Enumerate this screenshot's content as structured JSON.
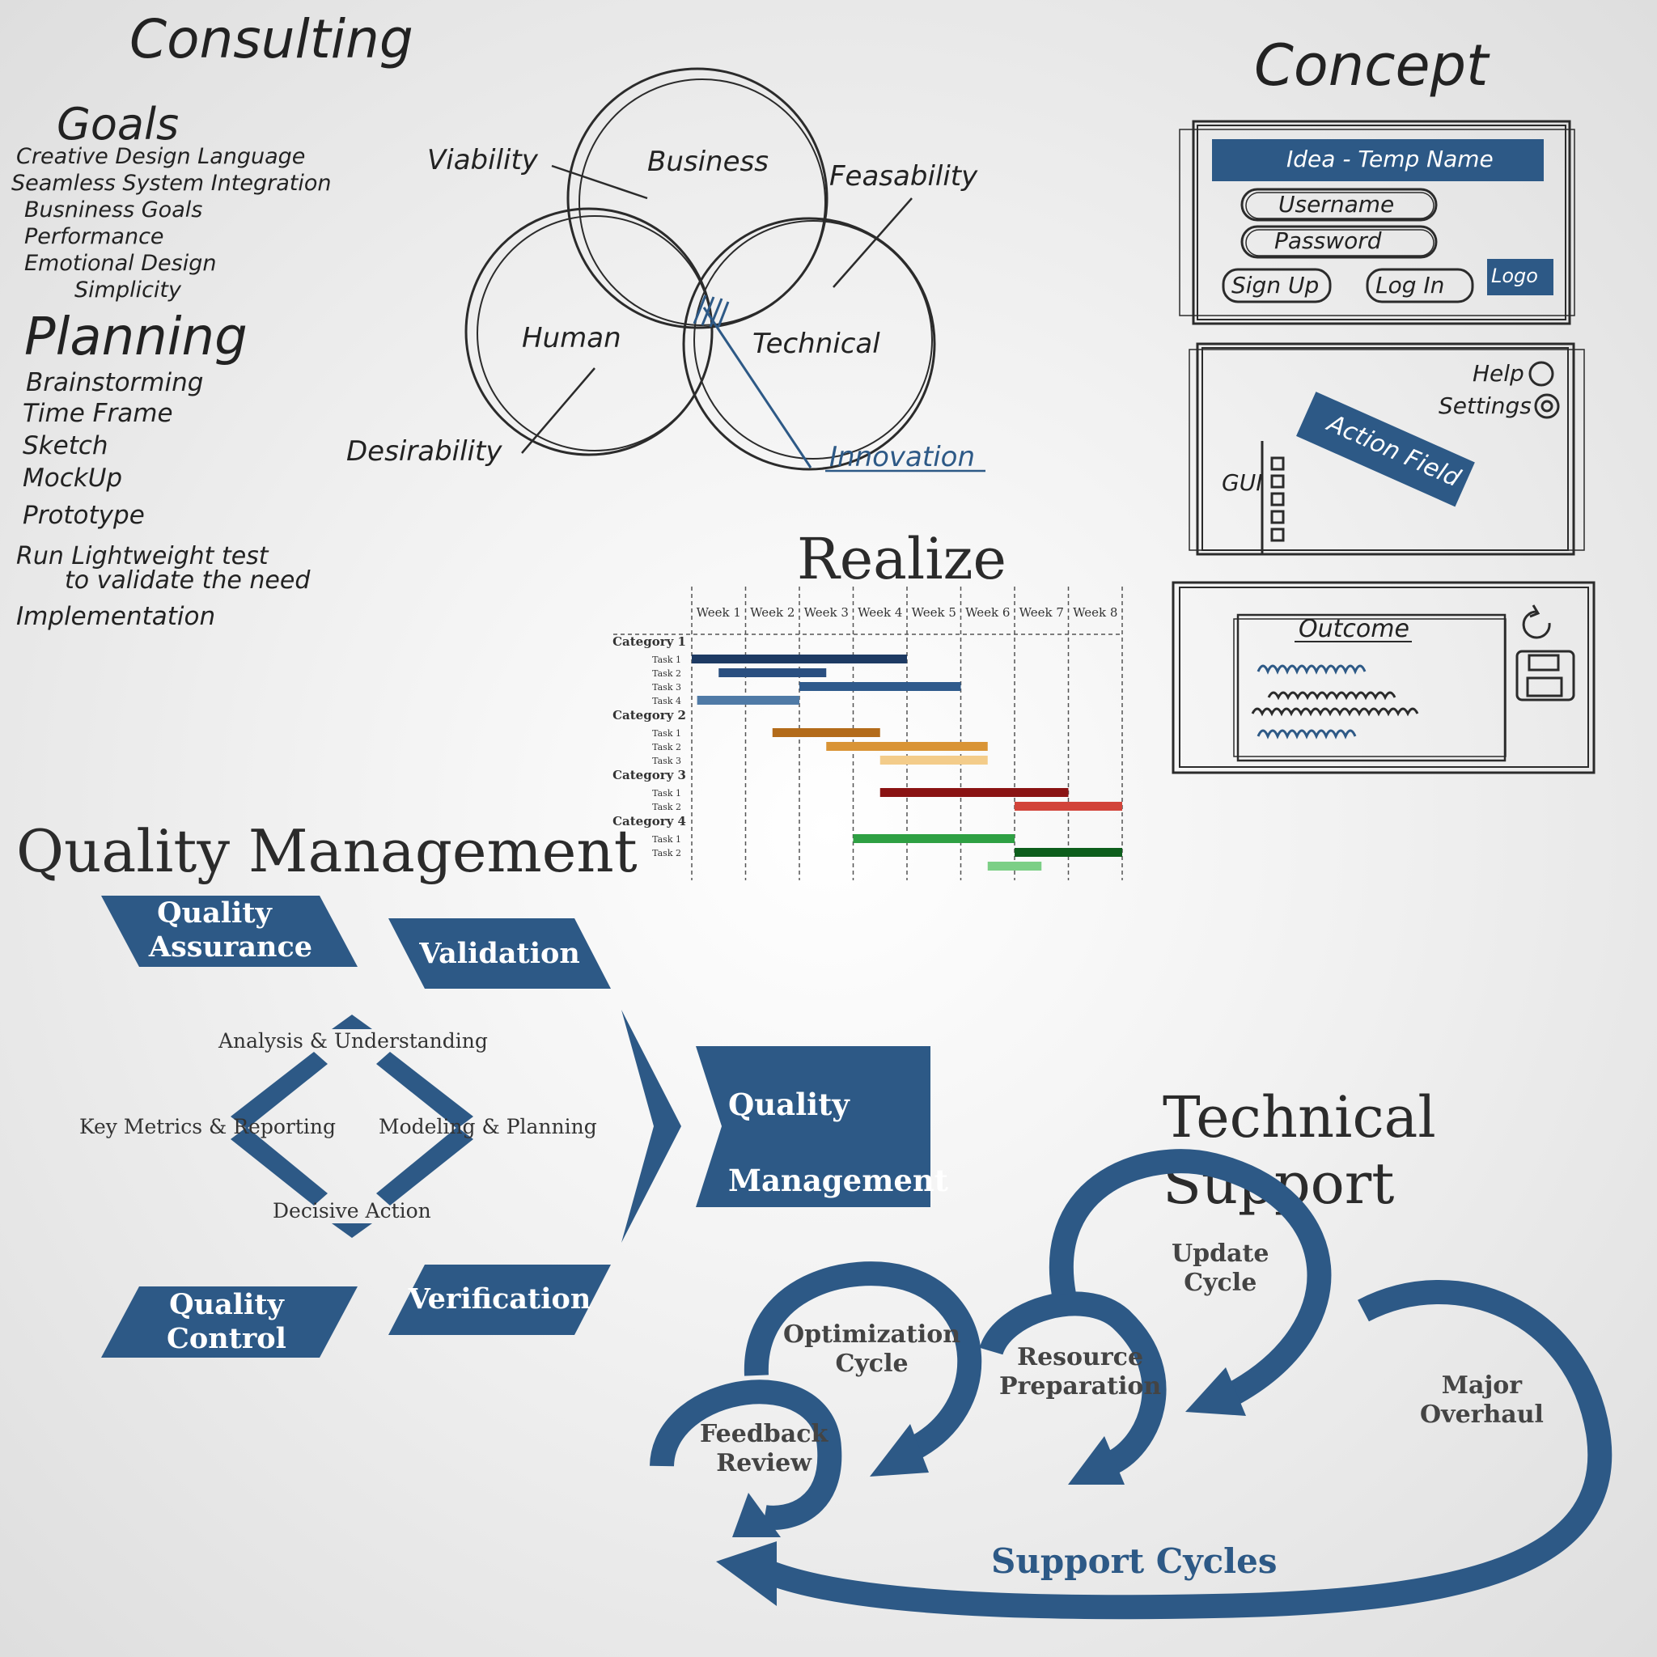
{
  "consulting": {
    "title": "Consulting",
    "goals_heading": "Goals",
    "goals": [
      "Creative Design Language",
      "Seamless System Integration",
      "Busniness Goals",
      "Performance",
      "Emotional Design",
      "Simplicity"
    ],
    "planning_heading": "Planning",
    "planning": [
      "Brainstorming",
      "Time Frame",
      "Sketch",
      "MockUp",
      "Prototype",
      "Run Lightweight test",
      "to validate the need",
      "Implementation"
    ]
  },
  "venn": {
    "circles": [
      "Business",
      "Human",
      "Technical"
    ],
    "labels": {
      "viability": "Viability",
      "feasability": "Feasability",
      "desirability": "Desirability",
      "innovation": "Innovation"
    }
  },
  "concept": {
    "title": "Concept",
    "screen1": {
      "banner": "Idea - Temp Name",
      "username": "Username",
      "password": "Password",
      "signup": "Sign Up",
      "login": "Log In",
      "logo": "Logo"
    },
    "screen2": {
      "help": "Help",
      "settings": "Settings",
      "action": "Action Field",
      "gui": "GUI"
    },
    "screen3": {
      "outcome": "Outcome"
    }
  },
  "realize": {
    "title": "Realize"
  },
  "chart_data": {
    "type": "gantt",
    "weeks": [
      "Week 1",
      "Week 2",
      "Week 3",
      "Week 4",
      "Week 5",
      "Week 6",
      "Week 7",
      "Week 8"
    ],
    "categories": [
      {
        "name": "Category 1",
        "tasks": [
          {
            "name": "Task 1",
            "start": 0.0,
            "end": 4.0,
            "color": "#1d3a63"
          },
          {
            "name": "Task 2",
            "start": 0.5,
            "end": 2.5,
            "color": "#2a4f80"
          },
          {
            "name": "Task 3",
            "start": 2.0,
            "end": 5.0,
            "color": "#2f5a8c"
          },
          {
            "name": "Task 4",
            "start": 0.1,
            "end": 2.0,
            "color": "#4f7aa6"
          }
        ]
      },
      {
        "name": "Category 2",
        "tasks": [
          {
            "name": "Task 1",
            "start": 1.5,
            "end": 3.5,
            "color": "#b36b1a"
          },
          {
            "name": "Task 2",
            "start": 2.5,
            "end": 5.5,
            "color": "#d99436"
          },
          {
            "name": "Task 3",
            "start": 3.5,
            "end": 5.5,
            "color": "#f3cc8a"
          }
        ]
      },
      {
        "name": "Category 3",
        "tasks": [
          {
            "name": "Task 1",
            "start": 3.5,
            "end": 7.0,
            "color": "#8a1313"
          },
          {
            "name": "Task 2",
            "start": 6.0,
            "end": 8.0,
            "color": "#d2443a"
          }
        ]
      },
      {
        "name": "Category 4",
        "tasks": [
          {
            "name": "Task 1",
            "start": 3.0,
            "end": 6.0,
            "color": "#2ea043"
          },
          {
            "name": "Task 2",
            "start": 6.0,
            "end": 8.0,
            "color": "#0d5e1c"
          },
          {
            "name": "",
            "start": 5.5,
            "end": 6.5,
            "color": "#7ccf86"
          }
        ]
      }
    ]
  },
  "quality": {
    "title": "Quality Management",
    "assurance": [
      "Quality",
      "Assurance"
    ],
    "validation": "Validation",
    "control": [
      "Quality",
      "Control"
    ],
    "verification": "Verification",
    "diamond": {
      "top": "Analysis & Understanding",
      "left": "Key Metrics & Reporting",
      "right": "Modeling & Planning",
      "bottom": "Decisive Action"
    },
    "result": [
      "Quality",
      "Management"
    ],
    "accent": "#2d5986"
  },
  "support": {
    "title": "Technical Support",
    "feedback": [
      "Feedback",
      "Review"
    ],
    "optimization": [
      "Optimization",
      "Cycle"
    ],
    "resource": [
      "Resource",
      "Preparation"
    ],
    "update": [
      "Update",
      "Cycle"
    ],
    "overhaul": [
      "Major",
      "Overhaul"
    ],
    "cycles": "Support Cycles"
  }
}
